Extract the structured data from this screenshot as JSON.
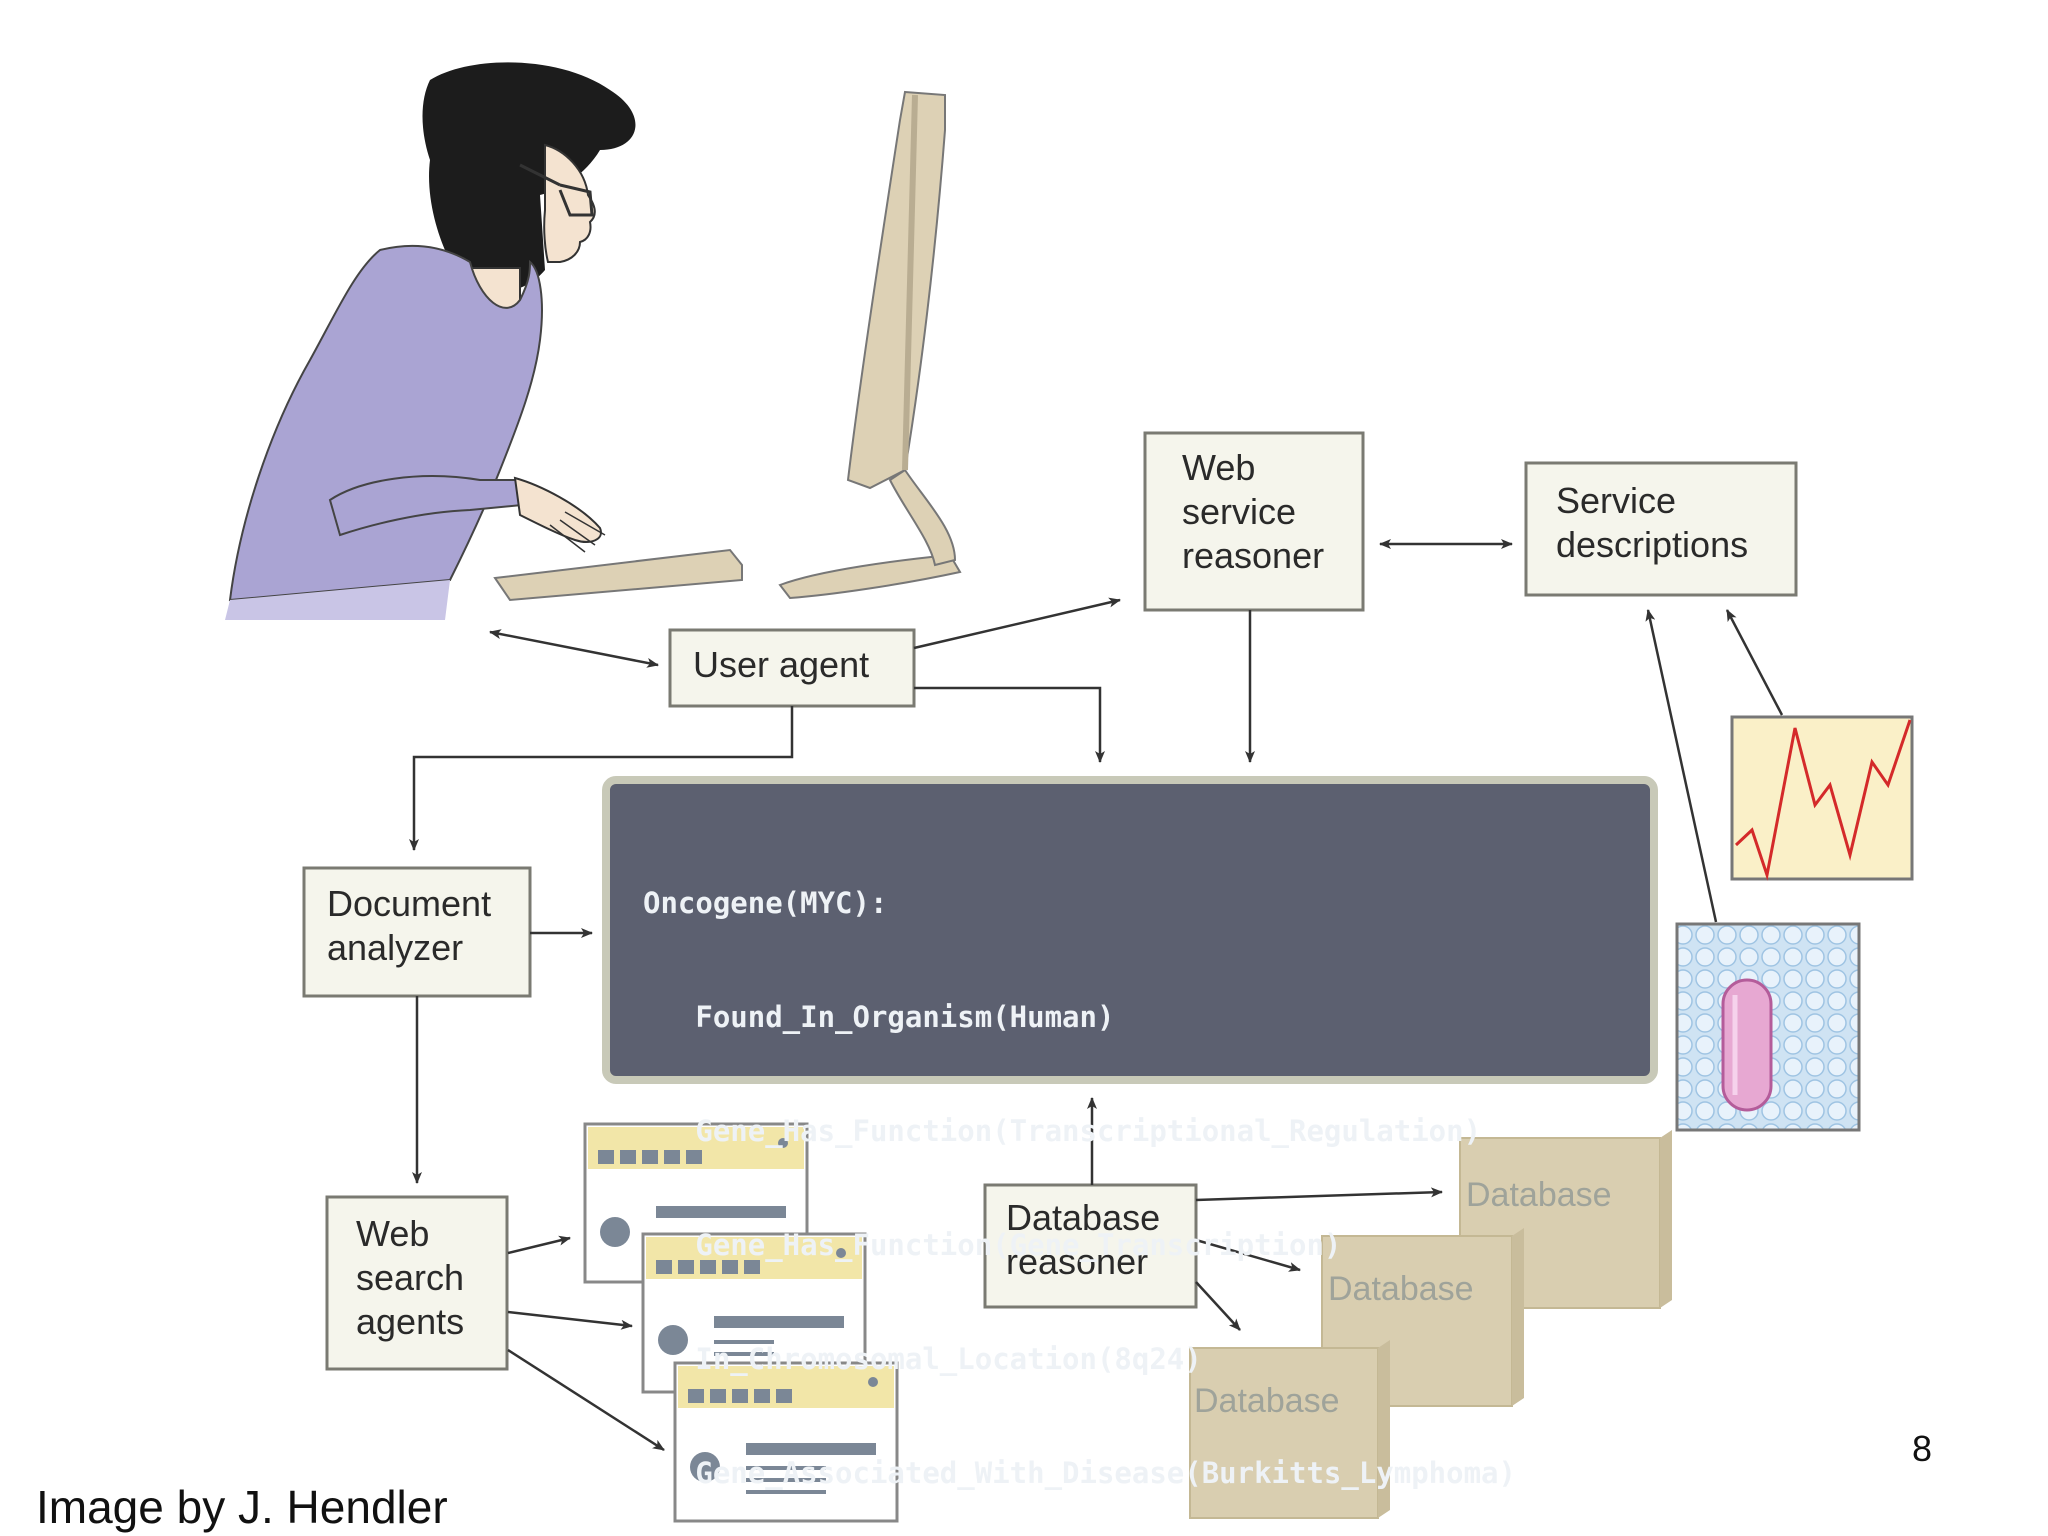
{
  "diagram": {
    "boxes": {
      "user_agent": "User agent",
      "web_service_reasoner": "Web\nservice\nreasoner",
      "service_descriptions": "Service\ndescriptions",
      "document_analyzer": "Document\nanalyzer",
      "web_search_agents": "Web\nsearch\nagents",
      "database_reasoner": "Database\nreasoner"
    },
    "databases": [
      "Database",
      "Database",
      "Database"
    ],
    "ontology_lines": [
      "Oncogene(MYC):",
      "   Found_In_Organism(Human)",
      "   Gene_Has_Function(Transcriptional_Regulation)",
      "   Gene_Has_Function(Gene_Transcription)",
      "   In_Chromosomal_Location(8q24)",
      "   Gene_Associated_With_Disease(Burkitts_Lymphoma)"
    ],
    "colors": {
      "box_fill": "#f5f5ec",
      "box_stroke": "#7a7a72",
      "panel": "#5c6070",
      "panel_border": "#c8c9b8",
      "database": "#d9ceb0",
      "shirt": "#a9a3d2",
      "monitor": "#ddd1b5"
    },
    "icons": [
      "woman-at-computer-icon",
      "line-chart-thumbnail-icon",
      "cell-micrograph-icon",
      "web-page-icon",
      "database-icon"
    ]
  },
  "footer": {
    "credit": "Image by J. Hendler",
    "page_number": "8"
  }
}
